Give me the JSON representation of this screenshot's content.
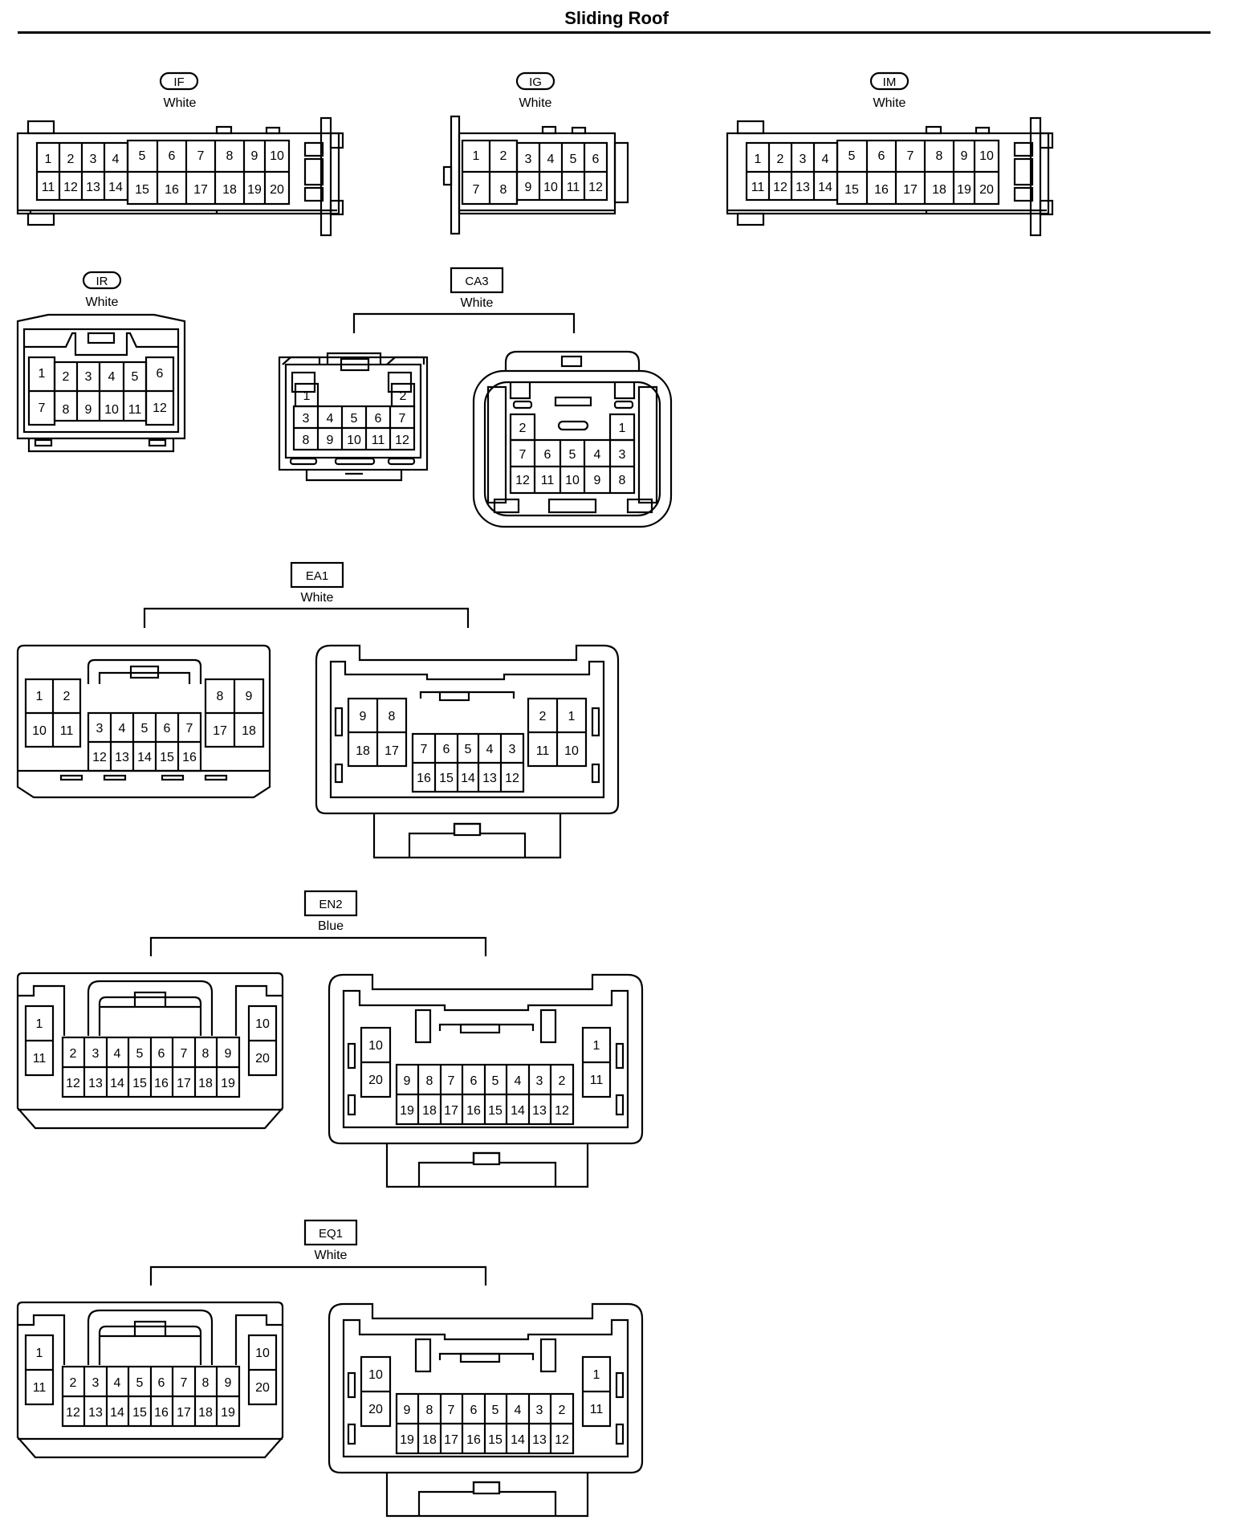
{
  "page": {
    "title": "Sliding Roof"
  },
  "connectors": [
    {
      "id": "IF",
      "color": "White",
      "label_style": "oval",
      "views": [
        {
          "rows": [
            [
              "1",
              "2",
              "3",
              "4",
              "5",
              "6",
              "7",
              "8",
              "9",
              "10"
            ],
            [
              "11",
              "12",
              "13",
              "14",
              "15",
              "16",
              "17",
              "18",
              "19",
              "20"
            ]
          ]
        }
      ]
    },
    {
      "id": "IG",
      "color": "White",
      "label_style": "oval",
      "views": [
        {
          "rows": [
            [
              "1",
              "2",
              "3",
              "4",
              "5",
              "6"
            ],
            [
              "7",
              "8",
              "9",
              "10",
              "11",
              "12"
            ]
          ]
        }
      ]
    },
    {
      "id": "IM",
      "color": "White",
      "label_style": "oval",
      "views": [
        {
          "rows": [
            [
              "1",
              "2",
              "3",
              "4",
              "5",
              "6",
              "7",
              "8",
              "9",
              "10"
            ],
            [
              "11",
              "12",
              "13",
              "14",
              "15",
              "16",
              "17",
              "18",
              "19",
              "20"
            ]
          ]
        }
      ]
    },
    {
      "id": "IR",
      "color": "White",
      "label_style": "oval",
      "views": [
        {
          "rows": [
            [
              "1",
              "2",
              "3",
              "4",
              "5",
              "6"
            ],
            [
              "7",
              "8",
              "9",
              "10",
              "11",
              "12"
            ]
          ]
        }
      ]
    },
    {
      "id": "CA3",
      "color": "White",
      "label_style": "box",
      "views": [
        {
          "rows": [
            [
              "1",
              "2"
            ],
            [
              "3",
              "4",
              "5",
              "6",
              "7"
            ],
            [
              "8",
              "9",
              "10",
              "11",
              "12"
            ]
          ]
        },
        {
          "rows": [
            [
              "2",
              "1"
            ],
            [
              "7",
              "6",
              "5",
              "4",
              "3"
            ],
            [
              "12",
              "11",
              "10",
              "9",
              "8"
            ]
          ]
        }
      ]
    },
    {
      "id": "EA1",
      "color": "White",
      "label_style": "box",
      "views": [
        {
          "rows": [
            [
              "1",
              "2",
              "8",
              "9"
            ],
            [
              "10",
              "11",
              "17",
              "18"
            ],
            [
              "3",
              "4",
              "5",
              "6",
              "7"
            ],
            [
              "12",
              "13",
              "14",
              "15",
              "16"
            ]
          ]
        },
        {
          "rows": [
            [
              "9",
              "8",
              "2",
              "1"
            ],
            [
              "18",
              "17",
              "11",
              "10"
            ],
            [
              "7",
              "6",
              "5",
              "4",
              "3"
            ],
            [
              "16",
              "15",
              "14",
              "13",
              "12"
            ]
          ]
        }
      ]
    },
    {
      "id": "EN2",
      "color": "Blue",
      "label_style": "box",
      "views": [
        {
          "rows": [
            [
              "1",
              "10"
            ],
            [
              "11",
              "20"
            ],
            [
              "2",
              "3",
              "4",
              "5",
              "6",
              "7",
              "8",
              "9"
            ],
            [
              "12",
              "13",
              "14",
              "15",
              "16",
              "17",
              "18",
              "19"
            ]
          ]
        },
        {
          "rows": [
            [
              "10",
              "1"
            ],
            [
              "20",
              "11"
            ],
            [
              "9",
              "8",
              "7",
              "6",
              "5",
              "4",
              "3",
              "2"
            ],
            [
              "19",
              "18",
              "17",
              "16",
              "15",
              "14",
              "13",
              "12"
            ]
          ]
        }
      ]
    },
    {
      "id": "EQ1",
      "color": "White",
      "label_style": "box",
      "views": [
        {
          "rows": [
            [
              "1",
              "10"
            ],
            [
              "11",
              "20"
            ],
            [
              "2",
              "3",
              "4",
              "5",
              "6",
              "7",
              "8",
              "9"
            ],
            [
              "12",
              "13",
              "14",
              "15",
              "16",
              "17",
              "18",
              "19"
            ]
          ]
        },
        {
          "rows": [
            [
              "10",
              "1"
            ],
            [
              "20",
              "11"
            ],
            [
              "9",
              "8",
              "7",
              "6",
              "5",
              "4",
              "3",
              "2"
            ],
            [
              "19",
              "18",
              "17",
              "16",
              "15",
              "14",
              "13",
              "12"
            ]
          ]
        }
      ]
    }
  ]
}
